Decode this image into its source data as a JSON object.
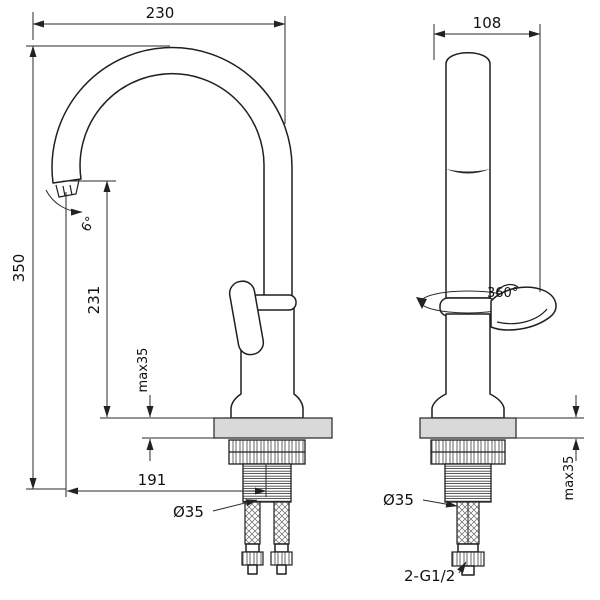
{
  "colors": {
    "line": "#1f1f1f",
    "countertop": "#d9d9d9"
  },
  "annotations": {
    "top_width": "230",
    "overall_height": "350",
    "outlet_height": "231",
    "outlet_angle": "6°",
    "max_counter_left": "max35",
    "spout_reach": "191",
    "hole_dia_left": "Ø35",
    "front_width": "108",
    "swivel_angle": "360°",
    "hole_dia_right": "Ø35",
    "max_counter_right": "max35",
    "thread_spec": "2-G1/2"
  }
}
